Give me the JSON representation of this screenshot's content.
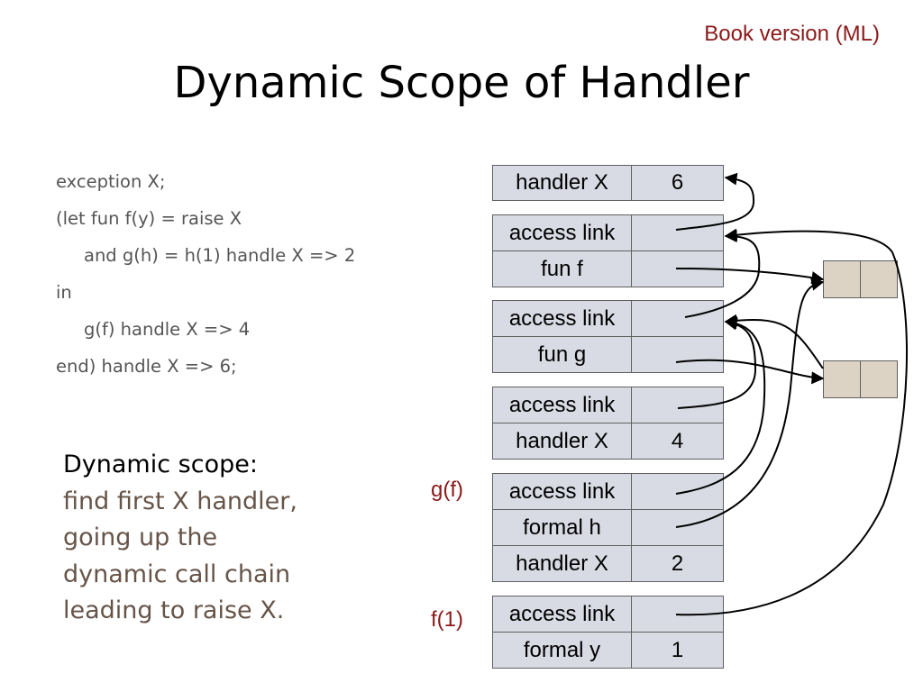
{
  "header": {
    "tag": "Book version (ML)",
    "title": "Dynamic Scope of Handler"
  },
  "code": [
    "exception X;",
    "(let fun f(y) = raise X",
    "and g(h) = h(1) handle X => 2",
    "in",
    "g(f) handle X => 4",
    "end) handle X => 6;"
  ],
  "description": {
    "heading": "Dynamic scope:",
    "lines": [
      "find first X handler,",
      "going up the",
      "dynamic call chain",
      "leading to raise X."
    ]
  },
  "stack": {
    "frame_labels": {
      "g": "g(f)",
      "f": "f(1)"
    },
    "records": [
      [
        {
          "label": "handler X",
          "value": "6"
        }
      ],
      [
        {
          "label": "access link",
          "value": ""
        },
        {
          "label": "fun f",
          "value": ""
        }
      ],
      [
        {
          "label": "access link",
          "value": ""
        },
        {
          "label": "fun g",
          "value": ""
        }
      ],
      [
        {
          "label": "access link",
          "value": ""
        },
        {
          "label": "handler X",
          "value": "4"
        }
      ],
      [
        {
          "label": "access link",
          "value": ""
        },
        {
          "label": "formal h",
          "value": ""
        },
        {
          "label": "handler X",
          "value": "2"
        }
      ],
      [
        {
          "label": "access link",
          "value": ""
        },
        {
          "label": "formal y",
          "value": "1"
        }
      ]
    ]
  },
  "colors": {
    "cell_fill": "#d9dbe4",
    "closure_fill": "#dcd3c5",
    "accent": "#8b1a1a",
    "description_text": "#665448"
  }
}
